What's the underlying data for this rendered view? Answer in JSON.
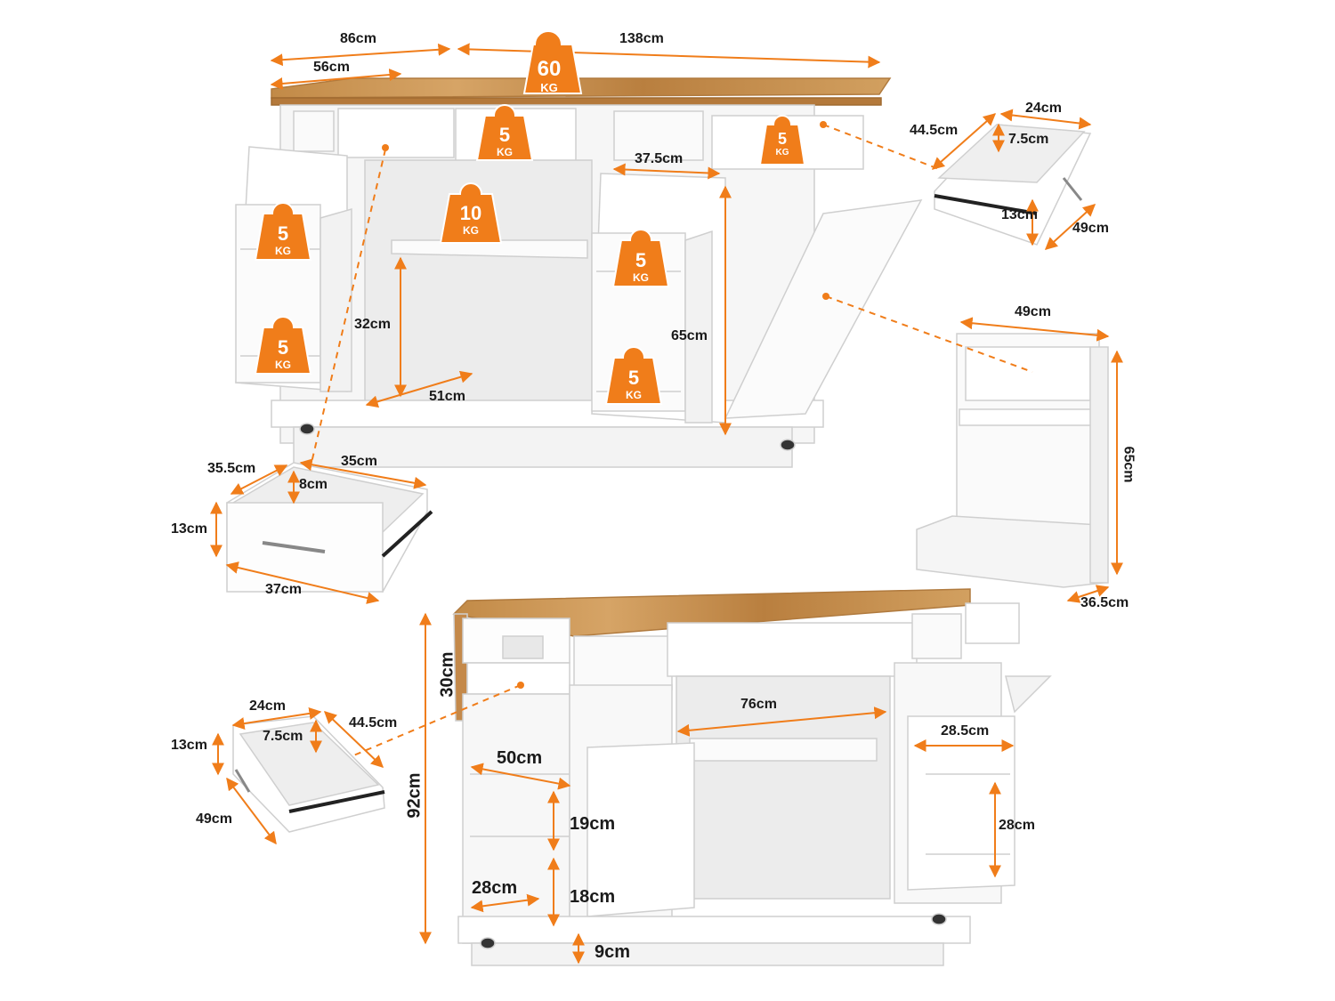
{
  "colors": {
    "accent": "#f07d1a",
    "cabinet": "#f7f7f7",
    "wood": "#c9924f",
    "edge": "#cfcfcf"
  },
  "weights": {
    "top": {
      "value": "60",
      "unit": "KG"
    },
    "drawer_top": {
      "value": "5",
      "unit": "KG"
    },
    "drawer_side": {
      "value": "5",
      "unit": "KG"
    },
    "shelf": {
      "value": "10",
      "unit": "KG"
    },
    "door_left_upper": {
      "value": "5",
      "unit": "KG"
    },
    "door_left_lower": {
      "value": "5",
      "unit": "KG"
    },
    "door_right_upper": {
      "value": "5",
      "unit": "KG"
    },
    "door_right_lower": {
      "value": "5",
      "unit": "KG"
    }
  },
  "dimensions": {
    "top_width_left": "86cm",
    "top_width_right": "138cm",
    "leaf_width": "56cm",
    "door_width": "37.5cm",
    "inner_height": "32cm",
    "inner_depth": "51cm",
    "door_height": "65cm",
    "small_drawer": {
      "depth": "44.5cm",
      "width": "24cm",
      "inner_height": "7.5cm",
      "height": "13cm",
      "length": "49cm"
    },
    "bin_panel": {
      "width": "49cm",
      "height": "65cm",
      "depth": "36.5cm"
    },
    "main_drawer": {
      "depth": "35.5cm",
      "width": "35cm",
      "inner_height": "8cm",
      "height": "13cm",
      "front_width": "37cm"
    },
    "side_drawer": {
      "width": "24cm",
      "depth": "44.5cm",
      "inner_height": "7.5cm",
      "height": "13cm",
      "length": "49cm"
    },
    "bottom_view": {
      "leaf_height": "30cm",
      "total_height": "92cm",
      "shelf_width": "50cm",
      "shelf_gap_upper": "19cm",
      "shelf_gap_lower": "18cm",
      "shelf_depth": "28cm",
      "clearance": "9cm",
      "inner_width": "76cm",
      "door_rack_width": "28.5cm",
      "door_rack_height": "28cm"
    }
  }
}
